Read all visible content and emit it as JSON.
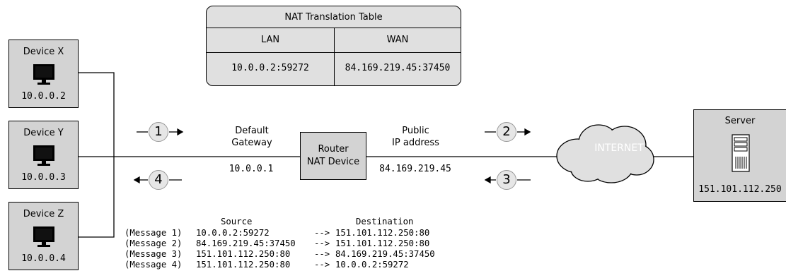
{
  "nat_table": {
    "title": "NAT Translation Table",
    "lan_header": "LAN",
    "wan_header": "WAN",
    "lan_value": "10.0.0.2:59272",
    "wan_value": "84.169.219.45:37450"
  },
  "devices": [
    {
      "name": "Device X",
      "ip": "10.0.0.2"
    },
    {
      "name": "Device Y",
      "ip": "10.0.0.3"
    },
    {
      "name": "Device Z",
      "ip": "10.0.0.4"
    }
  ],
  "router": {
    "line1": "Router",
    "line2": "NAT Device"
  },
  "gateway": {
    "line1": "Default",
    "line2": "Gateway",
    "ip": "10.0.0.1"
  },
  "public": {
    "line1": "Public",
    "line2": "IP address",
    "ip": "84.169.219.45"
  },
  "internet": {
    "label": "INTERNET"
  },
  "server": {
    "name": "Server",
    "ip": "151.101.112.250"
  },
  "steps": [
    "1",
    "2",
    "3",
    "4"
  ],
  "messages": {
    "source_header": "Source",
    "destination_header": "Destination",
    "arrow": "-->",
    "rows": [
      {
        "label": "(Message 1)",
        "source": "10.0.0.2:59272",
        "destination": "151.101.112.250:80"
      },
      {
        "label": "(Message 2)",
        "source": "84.169.219.45:37450",
        "destination": "151.101.112.250:80"
      },
      {
        "label": "(Message 3)",
        "source": "151.101.112.250:80",
        "destination": "84.169.219.45:37450"
      },
      {
        "label": "(Message 4)",
        "source": "151.101.112.250:80",
        "destination": "10.0.0.2:59272"
      }
    ]
  },
  "colors": {
    "box_fill": "#d3d3d3",
    "table_fill": "#e0e0e0",
    "step_fill": "#e6e6e6",
    "cloud_fill": "#e0e0e0"
  }
}
